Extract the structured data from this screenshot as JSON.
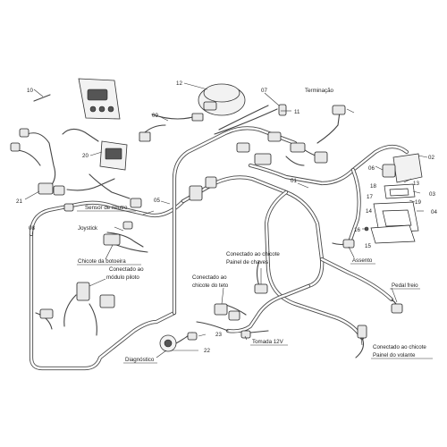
{
  "callouts": {
    "n10": "10",
    "n12": "12",
    "n07": "07",
    "n09": "09",
    "n11": "11",
    "n20": "20",
    "n21": "21",
    "n05": "05",
    "n08": "08",
    "n01": "01",
    "n02": "02",
    "n06": "06",
    "n18": "18",
    "n13": "13",
    "n17": "17",
    "n19": "19",
    "n03": "03",
    "n14": "14",
    "n04": "04",
    "n16": "16",
    "n15": "15",
    "n23": "23",
    "n22": "22"
  },
  "labels": {
    "terminacao": "Terminação",
    "sensor_neutro": "Sensor de neutro",
    "joystick": "Joystick",
    "chicote_botoeira": "Chicote da botoeira",
    "conectado_modulo_1": "Conectado ao",
    "conectado_modulo_2": "módulo piloto",
    "conectado_chaves_1": "Conectado ao chicote",
    "conectado_chaves_2": "Painel de chaves",
    "conectado_teto_1": "Conectado ao",
    "conectado_teto_2": "chicote do teto",
    "assento": "Assento",
    "pedal_freio": "Pedal freio",
    "tomada_12v": "Tomada 12V",
    "diagnostico": "Diagnóstico",
    "conectado_volante_1": "Conectado ao chicote",
    "conectado_volante_2": "Painel do volante"
  }
}
